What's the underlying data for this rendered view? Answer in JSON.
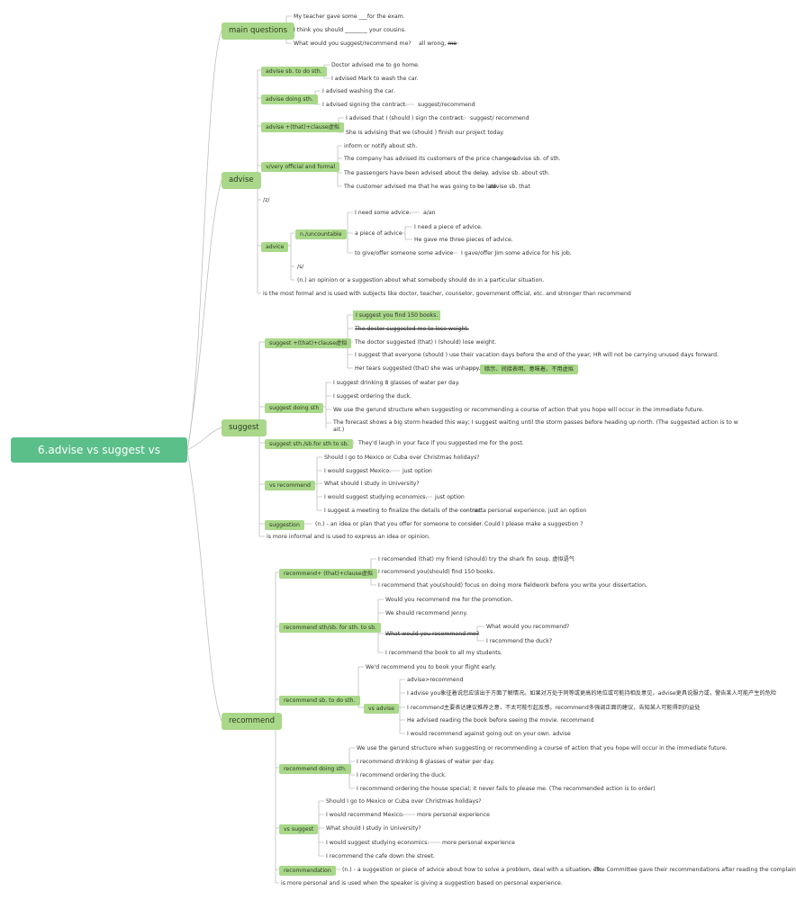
{
  "root": "6.advise vs suggest vs recommend",
  "main_questions": {
    "label": "main questions",
    "q1": "My teacher gave some ___for the exam.",
    "q2": "I think you should ________ your cousins.",
    "q3": "What would you suggest/recommend me?",
    "q3_note": "all wrong,",
    "q3_note_strike": "me"
  },
  "advise": {
    "label": "advise",
    "sb_to_do": "advise sb. to do sth.",
    "sb_to_do_1": "Doctor advised me to go home.",
    "sb_to_do_2": "I advised Mark to wash the car.",
    "doing": "advise doing sth.",
    "doing_1": "I advised washing the car.",
    "doing_2": "I advised signing the contract.",
    "doing_2_note": "suggest/recommend",
    "clause": "advise +(that)+clause虚拟",
    "clause_1": "I advised that I (should ) sign the contract.",
    "clause_1_note": "suggest/ recommend",
    "clause_2": "She is advising that we (should ) finish our project today.",
    "official": "v/very official and formal",
    "official_0": "inform or notify about sth.",
    "official_1": "The company has advised its customers of the price changes.",
    "official_1_note": "advise sb. of sth.",
    "official_2": "The passengers have been advised about the delay.",
    "official_2_note": "advise sb. about sth.",
    "official_3": "The customer advised me that he was going to be late.",
    "official_3_note": "advise sb. that",
    "phon": "/z/",
    "advice": "advice",
    "uncountable": "n./uncountable",
    "unc_1": "I need some advice.",
    "unc_1_note": "a/an",
    "piece": "a piece of advice",
    "piece_1": "I need a piece of advice.",
    "piece_2": "He gave me three pieces of advice.",
    "give": "to give/offer someone some advice",
    "give_note": "I gave/offer Jim some advice for his job.",
    "advice_phon": "/s/",
    "advice_def": "(n.) an opinion or a suggestion about what somebody should do in a particular situation.",
    "summary": "is the most formal and is used with subjects like doctor, teacher, counselor, government official, etc. and stronger than recommend"
  },
  "suggest": {
    "label": "suggest",
    "clause": "suggest +(that)+clause虚拟",
    "clause_1": "I suggest you find 150 books.",
    "clause_2": "The doctor suggested me to lose weight.",
    "clause_3": "The doctor suggested (that) I  (should)  lose weight.",
    "clause_4": "I suggest that everyone (should ) use their vacation days before the end of the year; HR will not be carrying unused days forward.",
    "clause_5": "Her tears suggested (that) she was unhappy.",
    "clause_5_note": "暗示、间接表明，意味着，不用虚拟",
    "doing": "suggest doing sth",
    "doing_1": "I suggest drinking 8 glasses of water per day.",
    "doing_2": "I suggest ordering the duck.",
    "doing_3": "We use the gerund structure when suggesting or recommending a course of action that you hope will occur in the immediate future.",
    "doing_4a": "The forecast shows a big storm headed this way; I suggest waiting until the storm passes before heading up north. (The suggested action is to w",
    "doing_4b": "ait.)",
    "sth_to": "suggest sth./sb.for sth to sb.",
    "sth_to_1": "They'd laugh in your face if you suggested me for the post.",
    "vs": "vs recommend",
    "vs_1": "Should I go to Mexico or Cuba over Christmas holidays?",
    "vs_2": "I would suggest Mexico.",
    "vs_2_note": "just option",
    "vs_3": "What should I study in University?",
    "vs_4": "I would suggest studying economics.",
    "vs_4_note": "just option",
    "vs_5": "I suggest a meeting to finalize the details of the contract.",
    "vs_5_note": "not a personal experience, just an option",
    "suggestion": "suggestion",
    "suggestion_def": "(n.) - an idea or plan that you offer for someone to consider.",
    "suggestion_ex": "Could I please make a suggestion ?",
    "summary": "is more informal and is used to express an idea or opinion."
  },
  "recommend": {
    "label": "recommend",
    "clause": "recommend+ (that)+clause虚拟",
    "clause_1": "I recomended (that) my friend (should) try the shark fin soup. 虚拟语气",
    "clause_2": "I recommend you(should) find 150 books.",
    "clause_3": "I recommend that you(should) focus on doing more fieldwork before you write your dissertation.",
    "sth_for": "recommend sth/sb. for sth.  to sb.",
    "sth_for_1": "Would you recommend me for the promotion.",
    "sth_for_2": "We should recommend Jenny.",
    "sth_for_3": "What would you recommend me?",
    "sth_for_3a": "What would you recommend?",
    "sth_for_3b": "I recommend the duck?",
    "sth_for_4": "I recommend the book to all my students.",
    "sb_to_do": "recommend sb. to do sth.",
    "sb_to_do_1": "We'd recommend you to book your flight early.",
    "vs_advise": "vs advise",
    "vsa_1": "advise>recommend",
    "vsa_2": "I advise you象征着说您应该出于方面了解情况。如果对方处于同等或更高的地位或可能持相反意见，advise更具说服力或，警告某人可能产生的危险",
    "vsa_3": "I recommend主要表达建议推荐之意，不太可能引起反感。recommend多强调正面的建议，告知某人可能得到的益处",
    "vsa_4": "He advised reading the book before seeing the movie. recommend",
    "vsa_5": "I would recommend against going out on your own. advise",
    "doing": "recommend doing sth.",
    "doing_1": "We use the gerund structure when suggesting or recommending a course of action that you hope will occur in the immediate future.",
    "doing_2": "I recommend drinking 8 glasses of water per day.",
    "doing_3": "I recommend ordering the duck.",
    "doing_4": "I recommend ordering the house special; it never fails to please me. (The recommended action is to order)",
    "vs_suggest": "vs suggest",
    "vss_1": "Should I go to Mexico or Cuba over Christmas holidays?",
    "vss_2": "I would recommend Mexico.",
    "vss_2_note": "more personal experience",
    "vss_3": "What should I study in University?",
    "vss_4": "I would suggest studying economics.",
    "vss_4_note": "more personal experience",
    "vss_5": "I recommend the cafe down the street.",
    "recommendation": "recommendation",
    "recommendation_def": "(n.) - a suggestion or piece of advice about how to solve a problem, deal with a situation, etc.",
    "recommendation_ex": "The Committee gave their recommendations after reading the complaint.",
    "summary": "is more personal and is used when the speaker is giving a suggestion based on personal experience."
  }
}
